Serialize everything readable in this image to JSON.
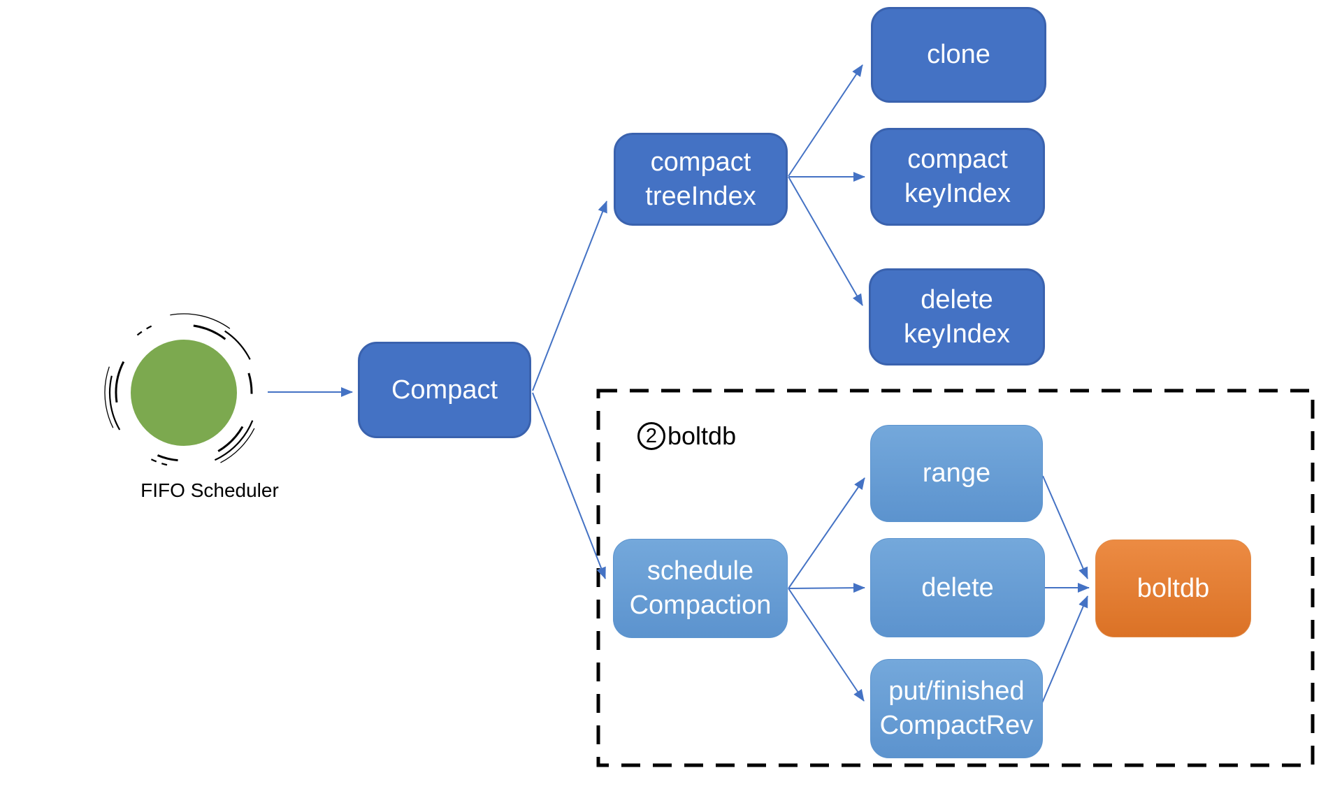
{
  "colors": {
    "arrow": "#4472C4",
    "node_dark_blue": "#4472C4",
    "node_dark_blue_border": "#3A62AE",
    "node_light_blue_top": "#74A8DB",
    "node_light_blue_bottom": "#5C93CE",
    "node_orange_top": "#EC8B43",
    "node_orange_bottom": "#DB7226",
    "scheduler_green": "#7CA94F",
    "group_border": "#000000"
  },
  "scheduler": {
    "label": "FIFO Scheduler"
  },
  "group": {
    "badge": "2",
    "label": "boltdb"
  },
  "nodes": {
    "compact": {
      "label": "Compact"
    },
    "compact_tree_index": {
      "label": "compact\ntreeIndex"
    },
    "clone": {
      "label": "clone"
    },
    "compact_key_index": {
      "label": "compact\nkeyIndex"
    },
    "delete_key_index": {
      "label": "delete\nkeyIndex"
    },
    "schedule_compaction": {
      "label": "schedule\nCompaction"
    },
    "range": {
      "label": "range"
    },
    "delete": {
      "label": "delete"
    },
    "put_finished_compact_rev": {
      "label": "put/finished\nCompactRev"
    },
    "boltdb": {
      "label": "boltdb"
    }
  }
}
